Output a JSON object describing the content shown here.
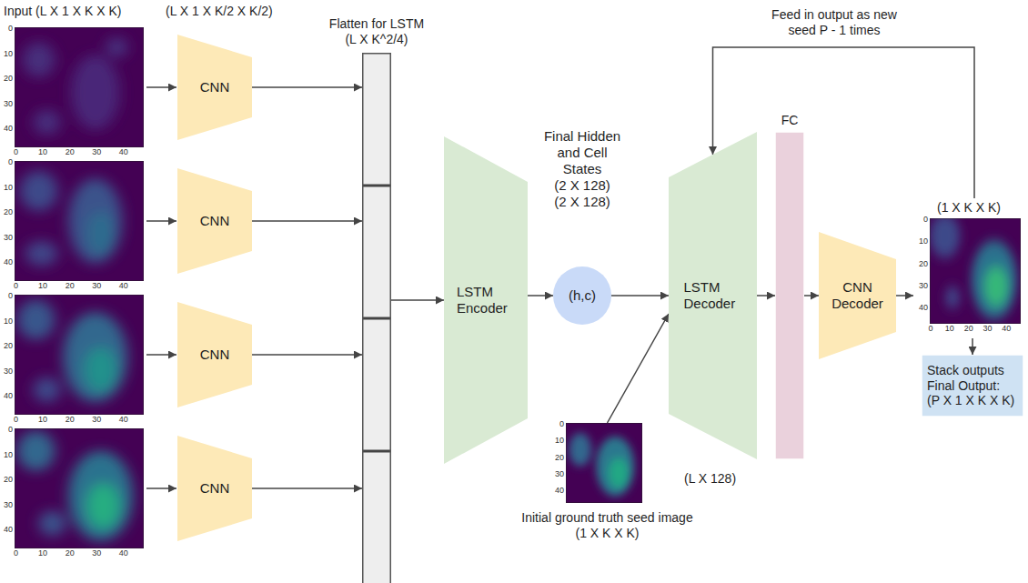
{
  "diagram": {
    "nodes": [
      {
        "text": [
          "CNN"
        ]
      },
      {
        "text": [
          "CNN"
        ]
      },
      {
        "text": [
          "CNN"
        ]
      },
      {
        "text": [
          "CNN"
        ]
      },
      {
        "text": [
          "Flatten for LSTM (L X K^2/4)"
        ]
      },
      {
        "text": [
          "LSTM Encoder"
        ]
      },
      {
        "text": [
          "Final Hidden and Cell States",
          "(2 X 128)",
          "(2 X 128)",
          "(h,c)"
        ]
      },
      {
        "text": [
          "LSTM Decoder"
        ]
      },
      {
        "text": [
          "Initial ground truth seed image",
          "(1 X K X K)"
        ]
      },
      {
        "text": [
          "FC"
        ]
      },
      {
        "text": [
          "CNN Decoder"
        ]
      },
      {
        "text": [
          "(1 X K X K)"
        ]
      },
      {
        "text": [
          "Stack outputs Final Output:",
          "(P X 1 X K X K)"
        ]
      }
    ],
    "edges": [
      {
        "from": 0,
        "to": 4,
        "arrow": "to"
      },
      {
        "from": 1,
        "to": 4,
        "arrow": "to"
      },
      {
        "from": 2,
        "to": 4,
        "arrow": "to"
      },
      {
        "from": 3,
        "to": 4,
        "arrow": "to"
      },
      {
        "from": 4,
        "to": 5,
        "arrow": "to"
      },
      {
        "from": 5,
        "to": 6,
        "arrow": "to"
      },
      {
        "from": 6,
        "to": 7,
        "arrow": "to"
      },
      {
        "from": 8,
        "to": 7,
        "arrow": "to"
      },
      {
        "from": 7,
        "to": 9,
        "arrow": "to"
      },
      {
        "from": 9,
        "to": 10,
        "arrow": "to"
      },
      {
        "from": 10,
        "to": 11,
        "arrow": "to"
      },
      {
        "from": 11,
        "to": 7,
        "arrow": "to"
      },
      {
        "from": 11,
        "to": 12,
        "arrow": "to"
      }
    ],
    "labels": [
      "Input (L X 1 X K X K)",
      "(L X 1 X K/2 X K/2)",
      "Feed in output as new seed P - 1 times",
      "(L X 128)",
      "0",
      "10",
      "20",
      "30",
      "40",
      "0",
      "10",
      "20",
      "30",
      "40",
      "0",
      "10",
      "20",
      "30",
      "40",
      "0",
      "10",
      "20",
      "30",
      "40",
      "0",
      "10",
      "20",
      "30",
      "40",
      "0",
      "10",
      "20",
      "30",
      "40",
      "0",
      "10",
      "20",
      "30",
      "40",
      "0",
      "10",
      "20",
      "30",
      "40",
      "0",
      "10",
      "20",
      "30",
      "40",
      "0",
      "10",
      "20",
      "30",
      "40",
      "0",
      "10",
      "20",
      "30",
      "40"
    ]
  }
}
